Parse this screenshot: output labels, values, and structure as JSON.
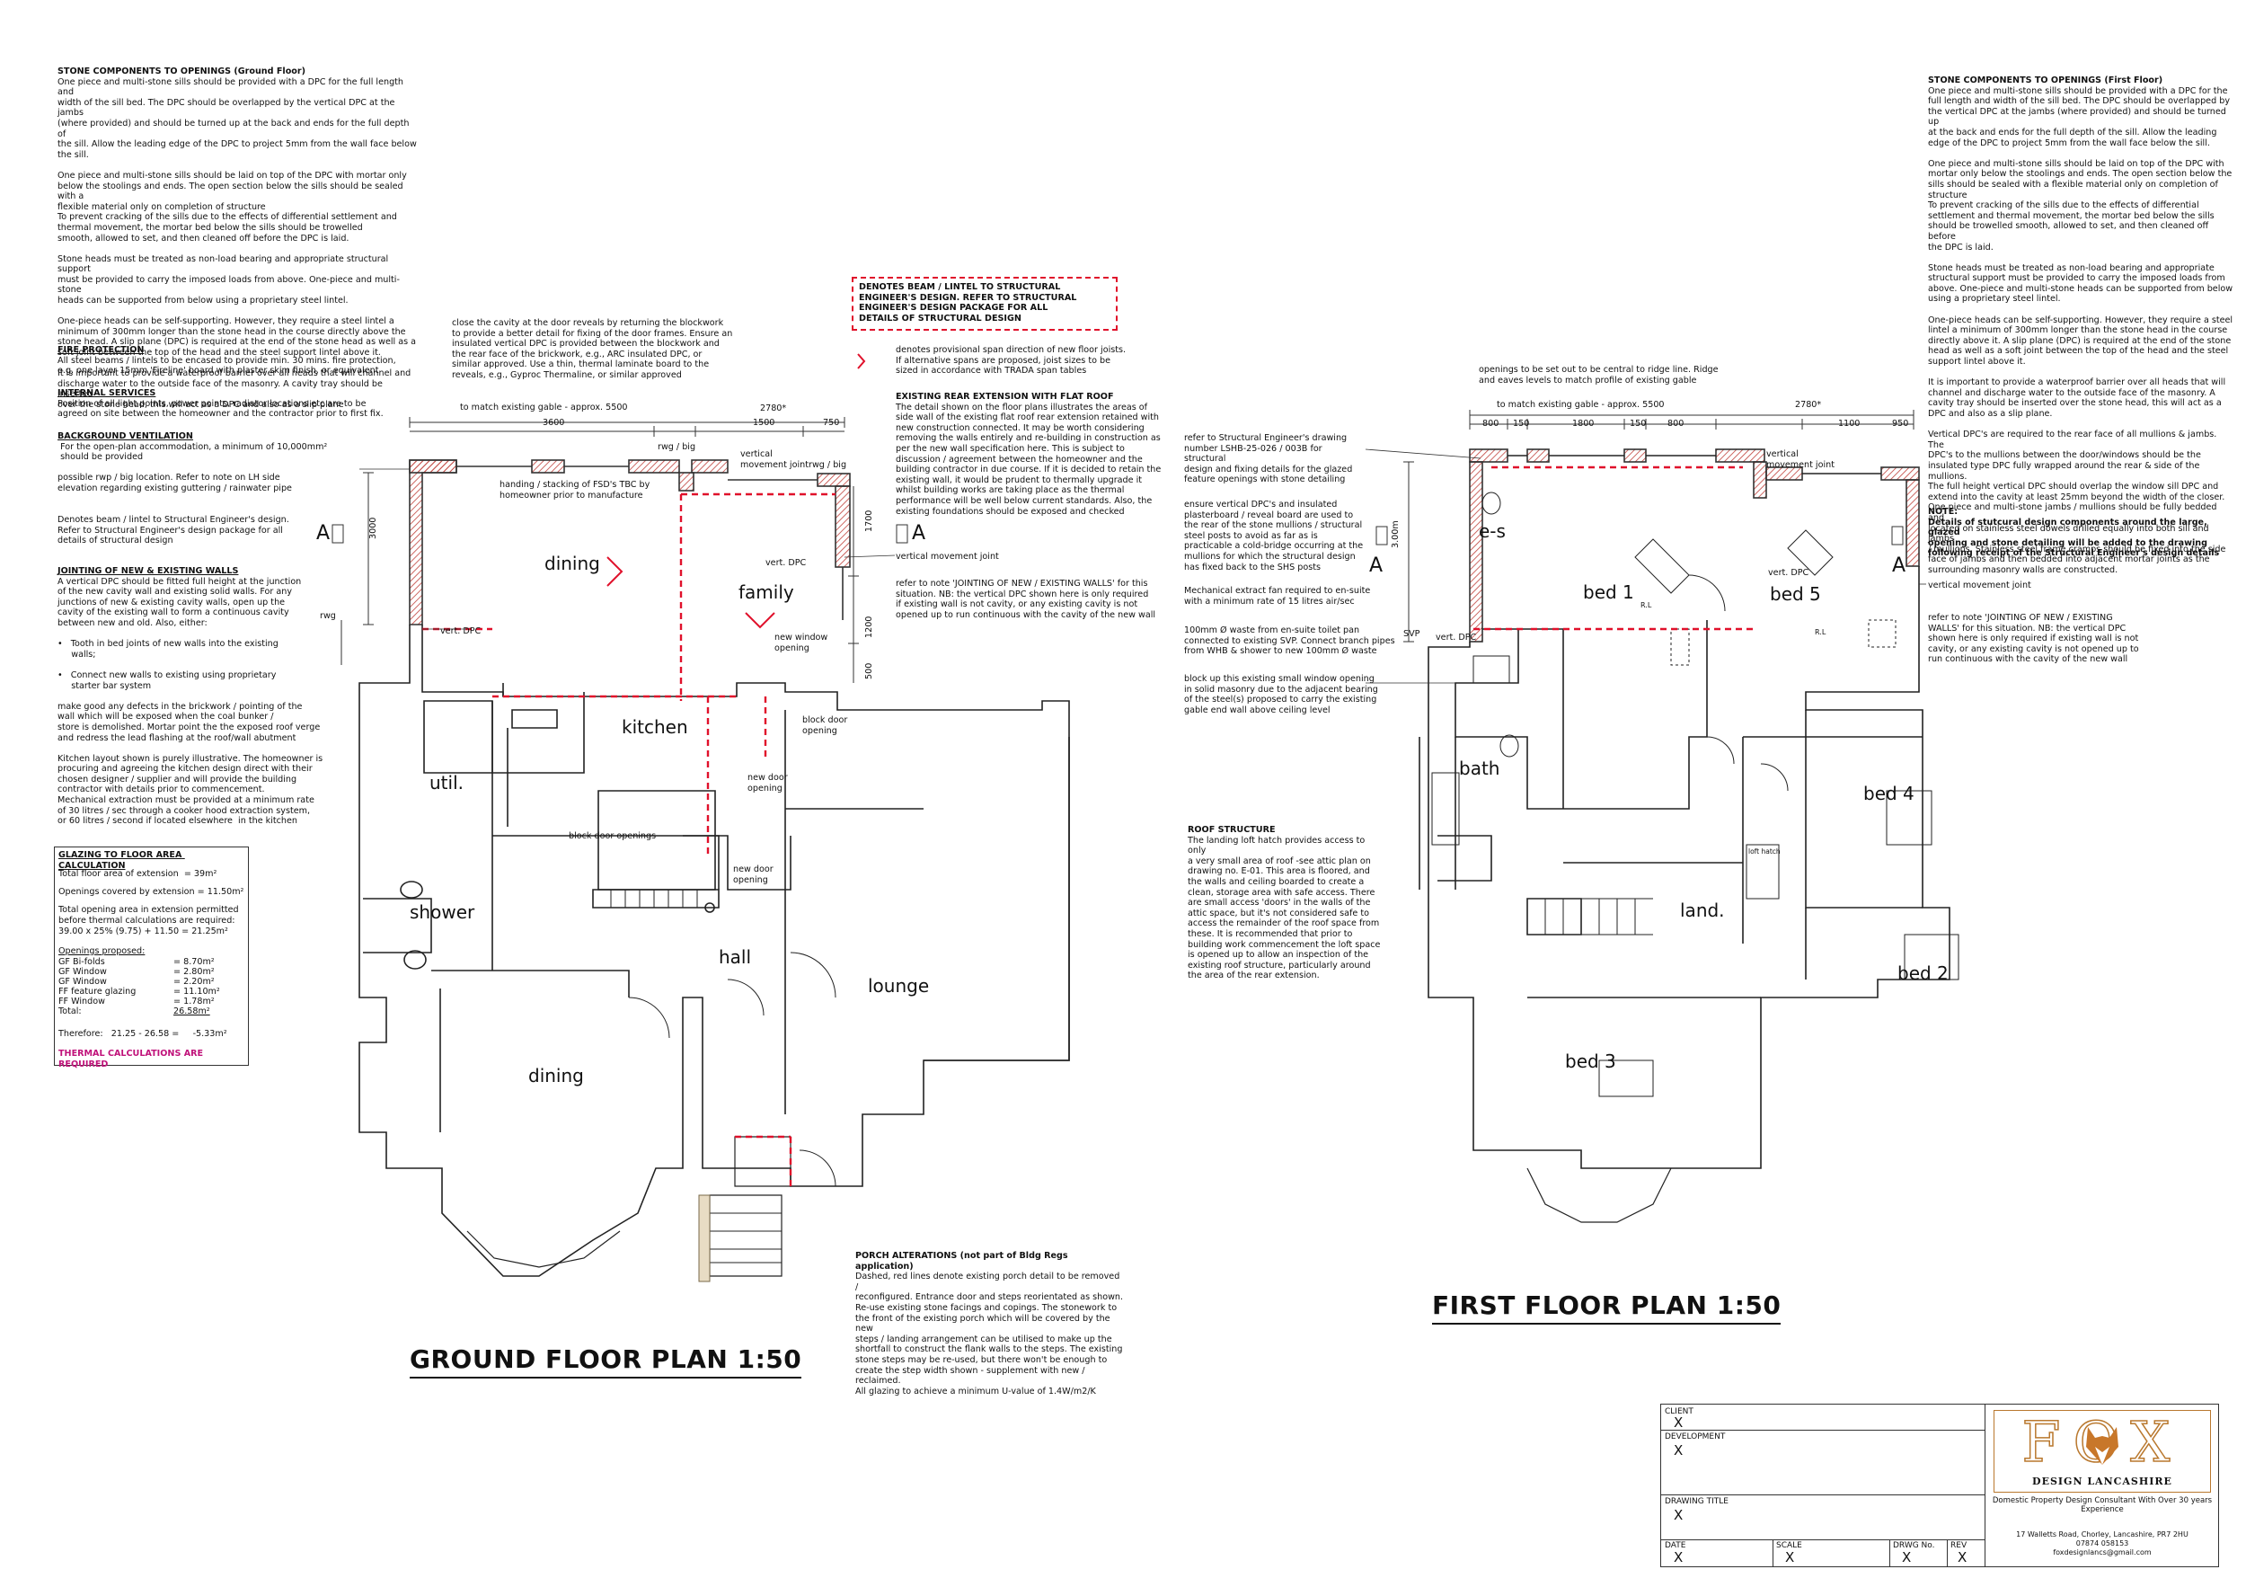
{
  "notes": {
    "stone_gf_h": "STONE COMPONENTS TO OPENINGS (Ground Floor)",
    "stone_gf_b": "One piece and multi-stone sills should be provided with a DPC for the full length and\nwidth of the sill bed. The DPC should be overlapped by the vertical DPC at the jambs\n(where provided) and should be turned up at the back and ends for the full depth of\nthe sill. Allow the leading edge of the DPC to project 5mm from the wall face below\nthe sill.\n\nOne piece and multi-stone sills should be laid on top of the DPC with mortar only\nbelow the stoolings and ends. The open section below the sills should be sealed with a\nflexible material only on completion of structure\nTo prevent cracking of the sills due to the effects of differential settlement and\nthermal movement, the mortar bed below the sills should be trowelled\nsmooth, allowed to set, and then cleaned off before the DPC is laid.\n\nStone heads must be treated as non-load bearing and appropriate structural support\nmust be provided to carry the imposed loads from above. One-piece and multi-stone\nheads can be supported from below using a proprietary steel lintel.\n\nOne-piece heads can be self-supporting. However, they require a steel lintel a\nminimum of 300mm longer than the stone head in the course directly above the\nstone head. A slip plane (DPC) is required at the end of the stone head as well as a\nsoft joint between the top of the head and the steel support lintel above it.\n\nIt is important to provide a waterproof barrier over all heads that will channel and\ndischarge water to the outside face of the masonry. A cavity tray should be inserted\nover the stone head, this will act as a DPC and also as a slip plane",
    "fire_h": "FIRE PROTECTION",
    "fire_b": "All steel beams / lintels to be encased to provide min. 30 mins. fire protection,\ne.g. one layer 15mm 'Fireline' board with plaster skim finish, or equivalent",
    "services_h": "INTERNAL SERVICES",
    "services_b": "Position of all light points, power points, radiator locations etc are to be\nagreed on site between the homeowner and the contractor prior to first fix.",
    "vent_h": "BACKGROUND VENTILATION",
    "vent_b": " For the open-plan accommodation, a minimum of 10,000mm²\n should be provided\n\npossible rwp / big location. Refer to note on LH side\nelevation regarding existing guttering / rainwater pipe",
    "beam_legend": "Denotes beam / lintel to Structural Engineer's design.\nRefer to Structural Engineer's design package for all\ndetails of structural design",
    "joint_h": "JOINTING OF NEW & EXISTING WALLS",
    "joint_b": "A vertical DPC should be fitted full height at the junction\nof the new cavity wall and existing solid walls. For any\njunctions of new & existing cavity walls, open up the\ncavity of the existing wall to form a continuous cavity\nbetween new and old. Also, either:\n\n•   Tooth in bed joints of new walls into the existing\n     walls;\n\n•   Connect new walls to existing using proprietary\n     starter bar system\n\nmake good any defects in the brickwork / pointing of the\nwall which will be exposed when the coal bunker /\nstore is demolished. Mortar point the the exposed roof verge\nand redress the lead flashing at the roof/wall abutment\n\nKitchen layout shown is purely illustrative. The homeowner is\nprocuring and agreeing the kitchen design direct with their\nchosen designer / supplier and will provide the building\ncontractor with details prior to commencement.\nMechanical extraction must be provided at a minimum rate\nof 30 litres / sec through a cooker hood extraction system,\nor 60 litres / second if located elsewhere  in the kitchen",
    "cavity_close": "close the cavity at the door reveals by returning the blockwork\nto provide a better detail for fixing of the door frames. Ensure an\ninsulated vertical DPC is provided between the blockwork and\nthe rear face of the brickwork, e.g., ARC insulated DPC, or\nsimilar approved. Use a thin, thermal laminate board to the\nreveals, e.g., Gyproc Thermaline, or similar approved",
    "beam_box": "DENOTES BEAM / LINTEL TO STRUCTURAL\nENGINEER'S DESIGN. REFER TO STRUCTURAL\nENGINEER'S DESIGN PACKAGE FOR ALL\nDETAILS OF STRUCTURAL DESIGN",
    "span_note": "denotes provisional span direction of new floor joists.\nIf alternative spans are proposed, joist sizes to be\nsized in accordance with TRADA span tables",
    "ext_h": "EXISTING REAR EXTENSION WITH FLAT ROOF",
    "ext_b": "The detail shown on the floor plans illustrates the areas of\nside wall of the existing flat roof rear extension retained with\nnew construction connected. It may be worth considering\nremoving the walls entirely and re-building in construction as\nper the new wall specification here. This is subject to\ndiscussion / agreement between the homeowner and the\nbuilding contractor in due course. If it is decided to retain the\nexisting wall, it would be prudent to thermally upgrade it\nwhilst building works are taking place as the thermal\nperformance will be well below current standards. Also, the\nexisting foundations should be exposed and checked",
    "vmj_gf": "vertical movement joint",
    "joint_ref_gf": "refer to note 'JOINTING OF NEW / EXISTING WALLS' for this\nsituation. NB: the vertical DPC shown here is only required\nif existing wall is not cavity, or any existing cavity is not\nopened up to run continuous with the cavity of the new wall",
    "porch_h": "PORCH ALTERATIONS (not part of Bldg Regs application)",
    "porch_b": "Dashed, red lines denote existing porch detail to be removed /\nreconfigured. Entrance door and steps reorientated as shown.\nRe-use existing stone facings and copings. The stonework to\nthe front of the existing porch which will be covered by the new\nsteps / landing arrangement can be utilised to make up the\nshortfall to construct the flank walls to the steps. The existing\nstone steps may be re-used, but there won't be enough to\ncreate the step width shown - supplement with new / reclaimed.\nAll glazing to achieve a minimum U-value of 1.4W/m2/K",
    "ridge_note": "openings to be set out to be central to ridge line. Ridge\nand eaves levels to match profile of existing gable",
    "se_ref": "refer to Structural Engineer's drawing\nnumber LSHB-25-026 / 003B for structural\ndesign and fixing details for the glazed\nfeature openings with stone detailing",
    "dpc_note": "ensure vertical DPC's and insulated\nplasterboard / reveal board are used to\nthe rear of the stone mullions / structural\nsteel posts to avoid as far as is\npracticable a cold-bridge occurring at the\nmullions for which the structural design\nhas fixed back to the SHS posts",
    "extract_note": "Mechanical extract fan required to en-suite\nwith a minimum rate of 15 litres air/sec",
    "waste_note": "100mm Ø waste from en-suite toilet pan\nconnected to existing SVP. Connect branch pipes\nfrom WHB & shower to new 100mm Ø waste",
    "window_note": "block up this existing small window opening\nin solid masonry due to the adjacent bearing\nof the steel(s) proposed to carry the existing\ngable end wall above ceiling level",
    "roof_h": "ROOF STRUCTURE",
    "roof_b": "The landing loft hatch provides access to only\na very small area of roof -see attic plan on\ndrawing no. E-01. This area is floored, and\nthe walls and ceiling boarded to create a\nclean, storage area with safe access. There\nare small access 'doors' in the walls of the\nattic space, but it's not considered safe to\naccess the remainder of the roof space from\nthese. It is recommended that prior to\nbuilding work commencement the loft space\nis opened up to allow an inspection of the\nexisting roof structure, particularly around\nthe area of the rear extension.",
    "stone_ff_h": "STONE COMPONENTS TO OPENINGS (First Floor)",
    "stone_ff_b": "One piece and multi-stone sills should be provided with a DPC for the\nfull length and width of the sill bed. The DPC should be overlapped by\nthe vertical DPC at the jambs (where provided) and should be turned up\nat the back and ends for the full depth of the sill. Allow the leading\nedge of the DPC to project 5mm from the wall face below the sill.\n\nOne piece and multi-stone sills should be laid on top of the DPC with\nmortar only below the stoolings and ends. The open section below the\nsills should be sealed with a flexible material only on completion of\nstructure\nTo prevent cracking of the sills due to the effects of differential\nsettlement and thermal movement, the mortar bed below the sills\nshould be trowelled smooth, allowed to set, and then cleaned off before\nthe DPC is laid.\n\nStone heads must be treated as non-load bearing and appropriate\nstructural support must be provided to carry the imposed loads from\nabove. One-piece and multi-stone heads can be supported from below\nusing a proprietary steel lintel.\n\nOne-piece heads can be self-supporting. However, they require a steel\nlintel a minimum of 300mm longer than the stone head in the course\ndirectly above it. A slip plane (DPC) is required at the end of the stone\nhead as well as a soft joint between the top of the head and the steel\nsupport lintel above it.\n\nIt is important to provide a waterproof barrier over all heads that will\nchannel and discharge water to the outside face of the masonry. A\ncavity tray should be inserted over the stone head, this will act as a\nDPC and also as a slip plane.\n\nVertical DPC's are required to the rear face of all mullions & jambs. The\nDPC's to the mullions between the door/windows should be the\ninsulated type DPC fully wrapped around the rear & side of the mullions.\nThe full height vertical DPC should overlap the window sill DPC and\nextend into the cavity at least 25mm beyond the width of the closer.\nOne piece and multi-stone jambs / mullions should be fully bedded and\nlocated on stainless steel dowels drilled equally into both sill and jambs\n/ mullions. Stainless steel frame cramps should be fixed into the side\nface of jambs and then bedded into adjacent mortar joints as the\nsurrounding masonry walls are constructed.",
    "note_h": "NOTE:",
    "note_b": "Details of stutcural design components around the large, glazed\nopening and stone detailing will be added to the drawing\nfollowing receipt of the Structural Engineer's design details",
    "vmj_ff": "vertical movement joint",
    "joint_ref_ff": "refer to note 'JOINTING OF NEW / EXISTING\nWALLS' for this situation. NB: the vertical DPC\nshown here is only required if existing wall is not\ncavity, or any existing cavity is not opened up to\nrun continuous with the cavity of the new wall"
  },
  "glazing": {
    "title": "GLAZING TO FLOOR AREA CALCULATION",
    "l1": "Total floor area of extension  = 39m²",
    "l2": "Openings covered by extension = 11.50m²",
    "l3": "Total opening area in extension permitted\nbefore thermal calculations are required:",
    "l4": "39.00 x 25% (9.75) + 11.50 = 21.25m²",
    "l5": "Openings proposed:",
    "rows": [
      {
        "label": "GF Bi-folds",
        "value": "=     8.70m²"
      },
      {
        "label": "GF Window",
        "value": "=     2.80m²"
      },
      {
        "label": "GF Window",
        "value": "=     2.20m²"
      },
      {
        "label": "FF feature glazing",
        "value": "=   11.10m²"
      },
      {
        "label": "FF Window",
        "value": "=     1.78m²"
      },
      {
        "label": "Total:",
        "value": "26.58m²"
      }
    ],
    "therefore": "Therefore:   21.25 - 26.58 =     -5.33m²",
    "warning": "THERMAL CALCULATIONS ARE REQUIRED",
    "warning_color": "#c0127a"
  },
  "labels": {
    "to_match_gf": "to match existing gable - approx. 5500",
    "dim_2780_gf": "2780*",
    "dim_3600": "3600",
    "dim_1500": "1500",
    "dim_750": "750",
    "dim_3000": "3000",
    "dim_1700": "1700",
    "dim_1200": "1200",
    "dim_500": "500",
    "rwg_big": "rwg / big",
    "rwg_big2": "rwg / big",
    "rwg": "rwg",
    "vmj_a": "vertical\nmovement joint",
    "handing": "handing / stacking of FSD's TBC by\nhomeowner prior to manufacture",
    "vert_dpc_a": "vert. DPC",
    "vert_dpc_b": "vert. DPC",
    "new_window": "new window\nopening",
    "block_door": "block door\nopening",
    "new_door_1": "new door\nopening",
    "new_door_2": "new door\nopening",
    "block_door_openings": "block door openings",
    "section_a": "A",
    "section_a2": "A",
    "to_match_ff": "to match existing gable - approx. 5500",
    "dim_2780_ff": "2780*",
    "ff_dims": [
      "800",
      "150",
      "1800",
      "150",
      "800",
      "1100",
      "950"
    ],
    "dim_300m": "3.00m",
    "svp": "SVP",
    "vert_dpc_ff": "vert. DPC",
    "vert_dpc_ff2": "vert. DPC",
    "vmj_ff_a": "vertical\nmovement joint",
    "loft_hatch": "loft hatch",
    "rl1": "R.L",
    "rl2": "R.L",
    "section_a3": "A",
    "section_a4": "A"
  },
  "rooms": {
    "gf": {
      "dining_new": "dining",
      "family": "family",
      "kitchen": "kitchen",
      "util": "util.",
      "shower": "shower",
      "hall": "hall",
      "lounge": "lounge",
      "dining": "dining"
    },
    "ff": {
      "es": "e-s",
      "bed1": "bed 1",
      "bed5": "bed 5",
      "bath": "bath",
      "bed4": "bed 4",
      "land": "land.",
      "bed2": "bed 2",
      "bed3": "bed 3"
    }
  },
  "titles": {
    "ground": "GROUND FLOOR PLAN 1:50",
    "first": "FIRST FLOOR PLAN 1:50"
  },
  "title_block": {
    "client_label": "CLIENT",
    "client_value": "X",
    "development_label": "DEVELOPMENT",
    "development_value": "X",
    "drawing_title_label": "DRAWING TITLE",
    "drawing_title_value": "X",
    "date_label": "DATE",
    "date_value": "X",
    "scale_label": "SCALE",
    "scale_value": "X",
    "drwg_label": "DRWG No.",
    "drwg_value": "X",
    "rev_label": "REV",
    "rev_value": "X",
    "logo_letters": "FOX",
    "logo_sub": "DESIGN LANCASHIRE",
    "tagline": "Domestic Property Design Consultant With Over 30 years\nExperience",
    "address": "17 Walletts Road, Chorley, Lancashire, PR7 2HU",
    "phone": "07874 058153",
    "email": "foxdesignlancs@gmail.com",
    "brand_color": "#b9782e"
  },
  "colors": {
    "red": "#e0112b",
    "hatch": "#c0413b"
  }
}
